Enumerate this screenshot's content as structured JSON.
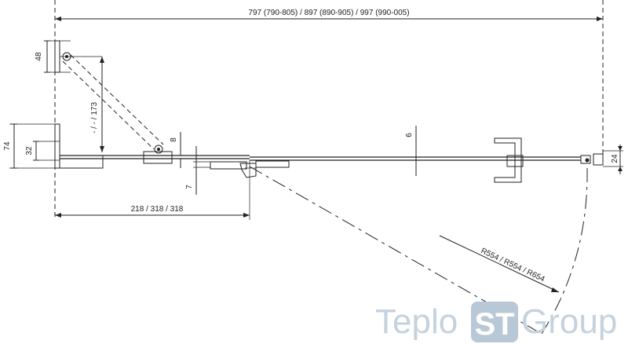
{
  "dimensions": {
    "overall_width": "797 (790-805) / 897 (890-905) / 997 (990-005)",
    "profile_depth": "48",
    "hinge_offset": "- / - / 173",
    "wall_profile_height": "74",
    "wall_profile_inner": "32",
    "glass_thickness_left": "8",
    "handle_offset": "7",
    "glass_thickness_mid": "6",
    "right_profile": "24",
    "door_width": "218 / 318 / 318",
    "swing_radius": "R554 / R554 / R654"
  },
  "watermark": {
    "prefix": "Teplo",
    "badge": "ST",
    "suffix": "Group"
  },
  "colors": {
    "line": "#222222",
    "watermark": "#c5d2dd",
    "badge": "#b8c8d6"
  }
}
